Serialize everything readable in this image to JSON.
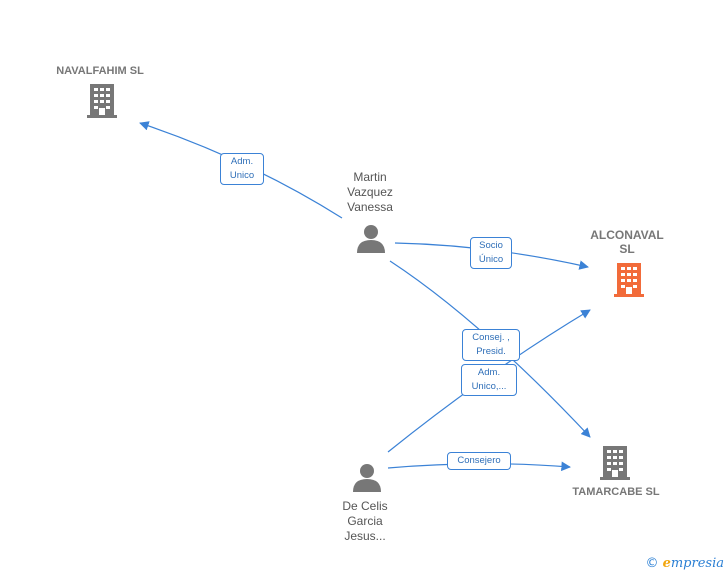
{
  "nodes": {
    "navalfahim": {
      "label": "NAVALFAHIM SL",
      "kind": "company",
      "color": "#777777"
    },
    "alconaval": {
      "label": "ALCONAVAL SL",
      "kind": "company",
      "color": "#f26b3a"
    },
    "tamarcabe": {
      "label": "TAMARCABE SL",
      "kind": "company",
      "color": "#777777"
    },
    "martin": {
      "label_lines": [
        "Martin",
        "Vazquez",
        "Vanessa"
      ],
      "kind": "person",
      "color": "#777777"
    },
    "decelis": {
      "label_lines": [
        "De Celis",
        "Garcia",
        "Jesus..."
      ],
      "kind": "person",
      "color": "#777777"
    }
  },
  "edges": {
    "martin_navalfahim": {
      "label_lines": [
        "Adm.",
        "Unico"
      ]
    },
    "martin_alconaval": {
      "label_lines": [
        "Socio",
        "Único"
      ]
    },
    "consej_presid": {
      "label_lines": [
        "Consej. ,",
        "Presid."
      ]
    },
    "adm_unico": {
      "label_lines": [
        "Adm.",
        "Unico,..."
      ]
    },
    "decelis_tamarcabe": {
      "label_lines": [
        "Consejero"
      ]
    }
  },
  "colors": {
    "edge": "#3b82d6",
    "highlight": "#f26b3a",
    "node": "#777777"
  },
  "footer": {
    "copyright": "©",
    "brand_initial": "e",
    "brand_rest": "mpresia"
  }
}
